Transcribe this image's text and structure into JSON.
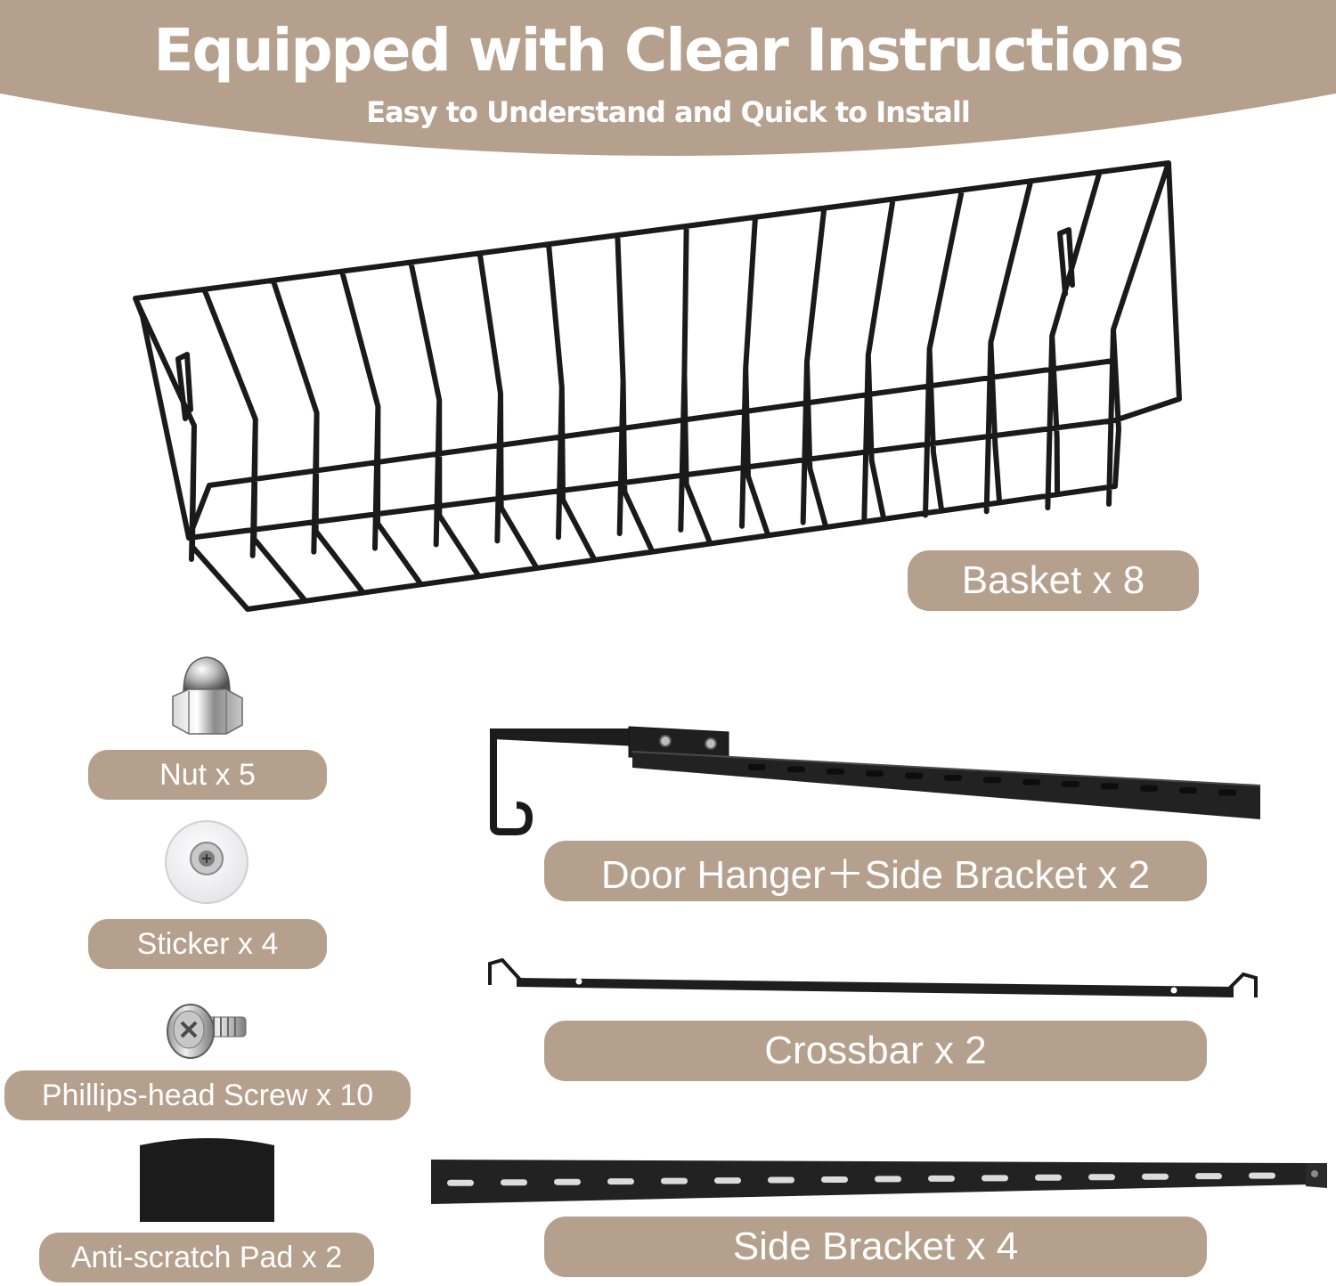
{
  "banner": {
    "title": "Equipped with Clear Instructions",
    "subtitle": "Easy to Understand and Quick to Install"
  },
  "parts": {
    "basket": "Basket x 8",
    "nut": "Nut x 5",
    "sticker": "Sticker x 4",
    "screw": "Phillips-head Screw x 10",
    "pad": "Anti-scratch Pad x 2",
    "door_hanger": "Door Hanger＋Side Bracket x 2",
    "crossbar": "Crossbar x 2",
    "side_bracket": "Side Bracket x 4"
  },
  "colors": {
    "accent": "#b5a08e",
    "label_text": "#ffffff",
    "metal": "#1a1a1a"
  }
}
